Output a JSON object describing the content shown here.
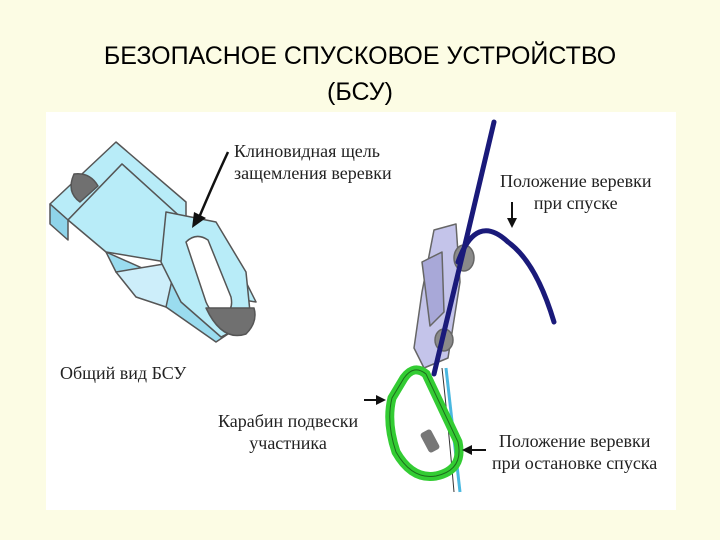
{
  "title": {
    "line1": "БЕЗОПАСНОЕ СПУСКОВОЕ УСТРОЙСТВО",
    "line2": "(БСУ)"
  },
  "labels": {
    "wedge_slot": {
      "line1": "Клиновидная щель",
      "line2": "защемления веревки"
    },
    "general_view": "Общий вид БСУ",
    "rope_descent": {
      "line1": "Положение веревки",
      "line2": "при спуске"
    },
    "carabiner": {
      "line1": "Карабин подвески",
      "line2": "участника"
    },
    "rope_stop": {
      "line1": "Положение веревки",
      "line2": "при остановке спуска"
    }
  },
  "colors": {
    "background": "#fcfce4",
    "device_fill": "#b8ecf8",
    "rope_descent": "#1a1a7a",
    "rope_stop": "#4ab8e0",
    "carabiner": "#33cc33"
  }
}
